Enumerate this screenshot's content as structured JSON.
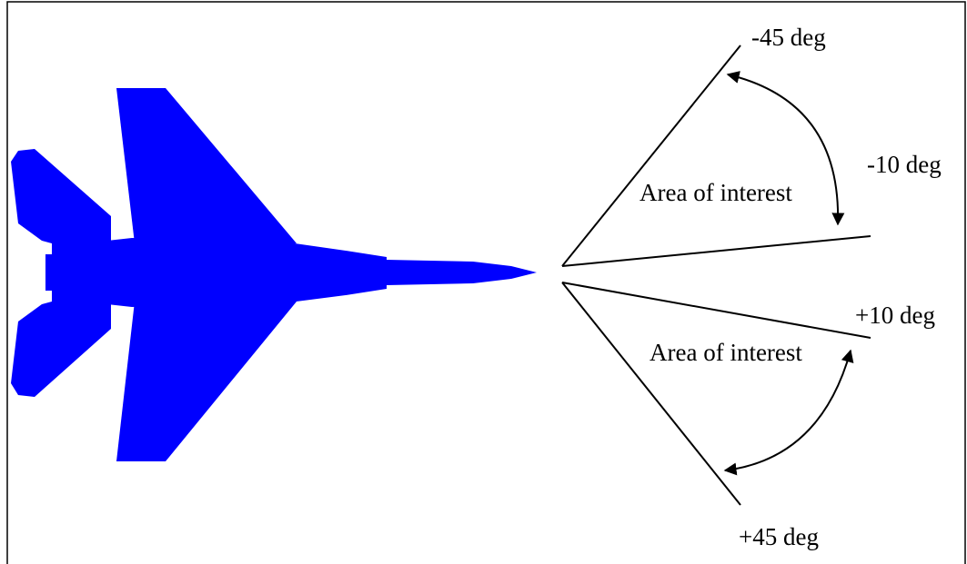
{
  "colors": {
    "aircraft": "#0000ff",
    "lines": "#000000",
    "frame": "#000000",
    "background": "#ffffff"
  },
  "labels": {
    "upper_outer": "-45 deg",
    "upper_inner": "-10 deg",
    "lower_inner": "+10 deg",
    "lower_outer": "+45 deg",
    "upper_area": "Area of interest",
    "lower_area": "Area of interest"
  }
}
